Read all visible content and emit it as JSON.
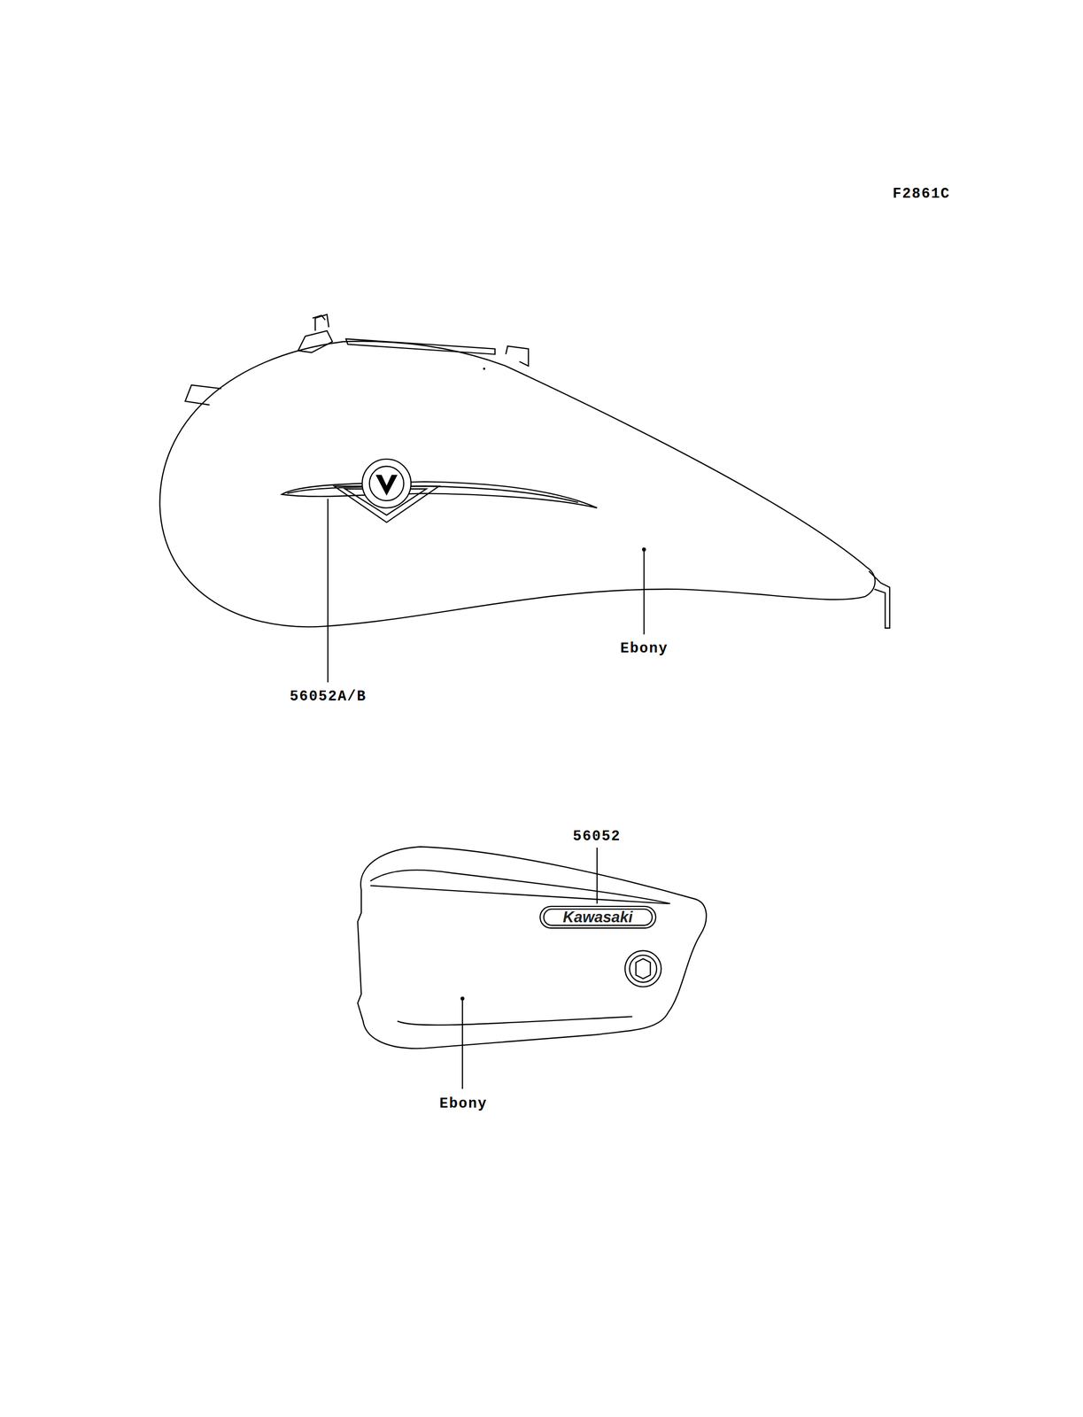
{
  "diagram": {
    "labels": [
      "F2861C",
      "56052A/B",
      "Ebony",
      "56052",
      "Kawasaki",
      "Ebony"
    ]
  }
}
